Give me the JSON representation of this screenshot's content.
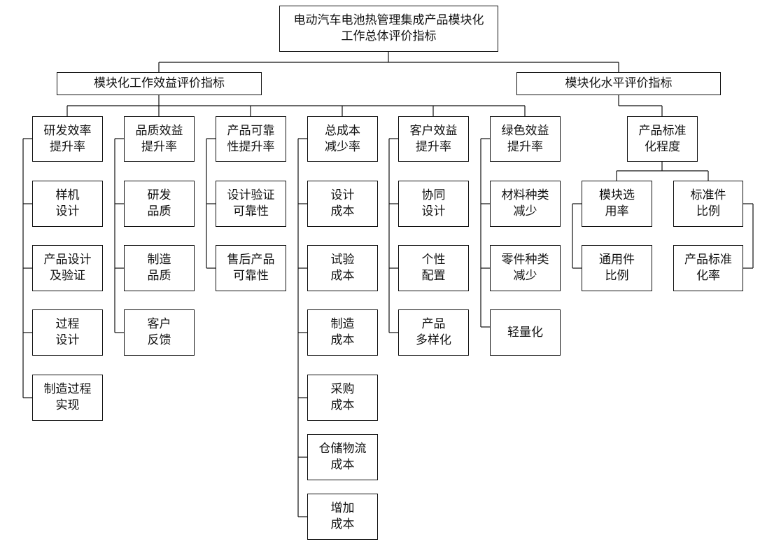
{
  "root": "电动汽车电池热管理集成产品模块化\n工作总体评价指标",
  "branch_left": "模块化工作效益评价指标",
  "branch_right": "模块化水平评价指标",
  "c1": {
    "head": "研发效率\n提升率",
    "items": [
      "样机\n设计",
      "产品设计\n及验证",
      "过程\n设计",
      "制造过程\n实现"
    ]
  },
  "c2": {
    "head": "品质效益\n提升率",
    "items": [
      "研发\n品质",
      "制造\n品质",
      "客户\n反馈"
    ]
  },
  "c3": {
    "head": "产品可靠\n性提升率",
    "items": [
      "设计验证\n可靠性",
      "售后产品\n可靠性"
    ]
  },
  "c4": {
    "head": "总成本\n减少率",
    "items": [
      "设计\n成本",
      "试验\n成本",
      "制造\n成本",
      "采购\n成本",
      "仓储物流\n成本",
      "增加\n成本"
    ]
  },
  "c5": {
    "head": "客户效益\n提升率",
    "items": [
      "协同\n设计",
      "个性\n配置",
      "产品\n多样化"
    ]
  },
  "c6": {
    "head": "绿色效益\n提升率",
    "items": [
      "材料种类\n减少",
      "零件种类\n减少",
      "轻量化"
    ]
  },
  "r": {
    "head": "产品标准\n化程度",
    "sub1": {
      "head": "模块选\n用率",
      "item": "通用件\n比例"
    },
    "sub2": {
      "head": "标准件\n比例",
      "item": "产品标准\n化率"
    }
  }
}
